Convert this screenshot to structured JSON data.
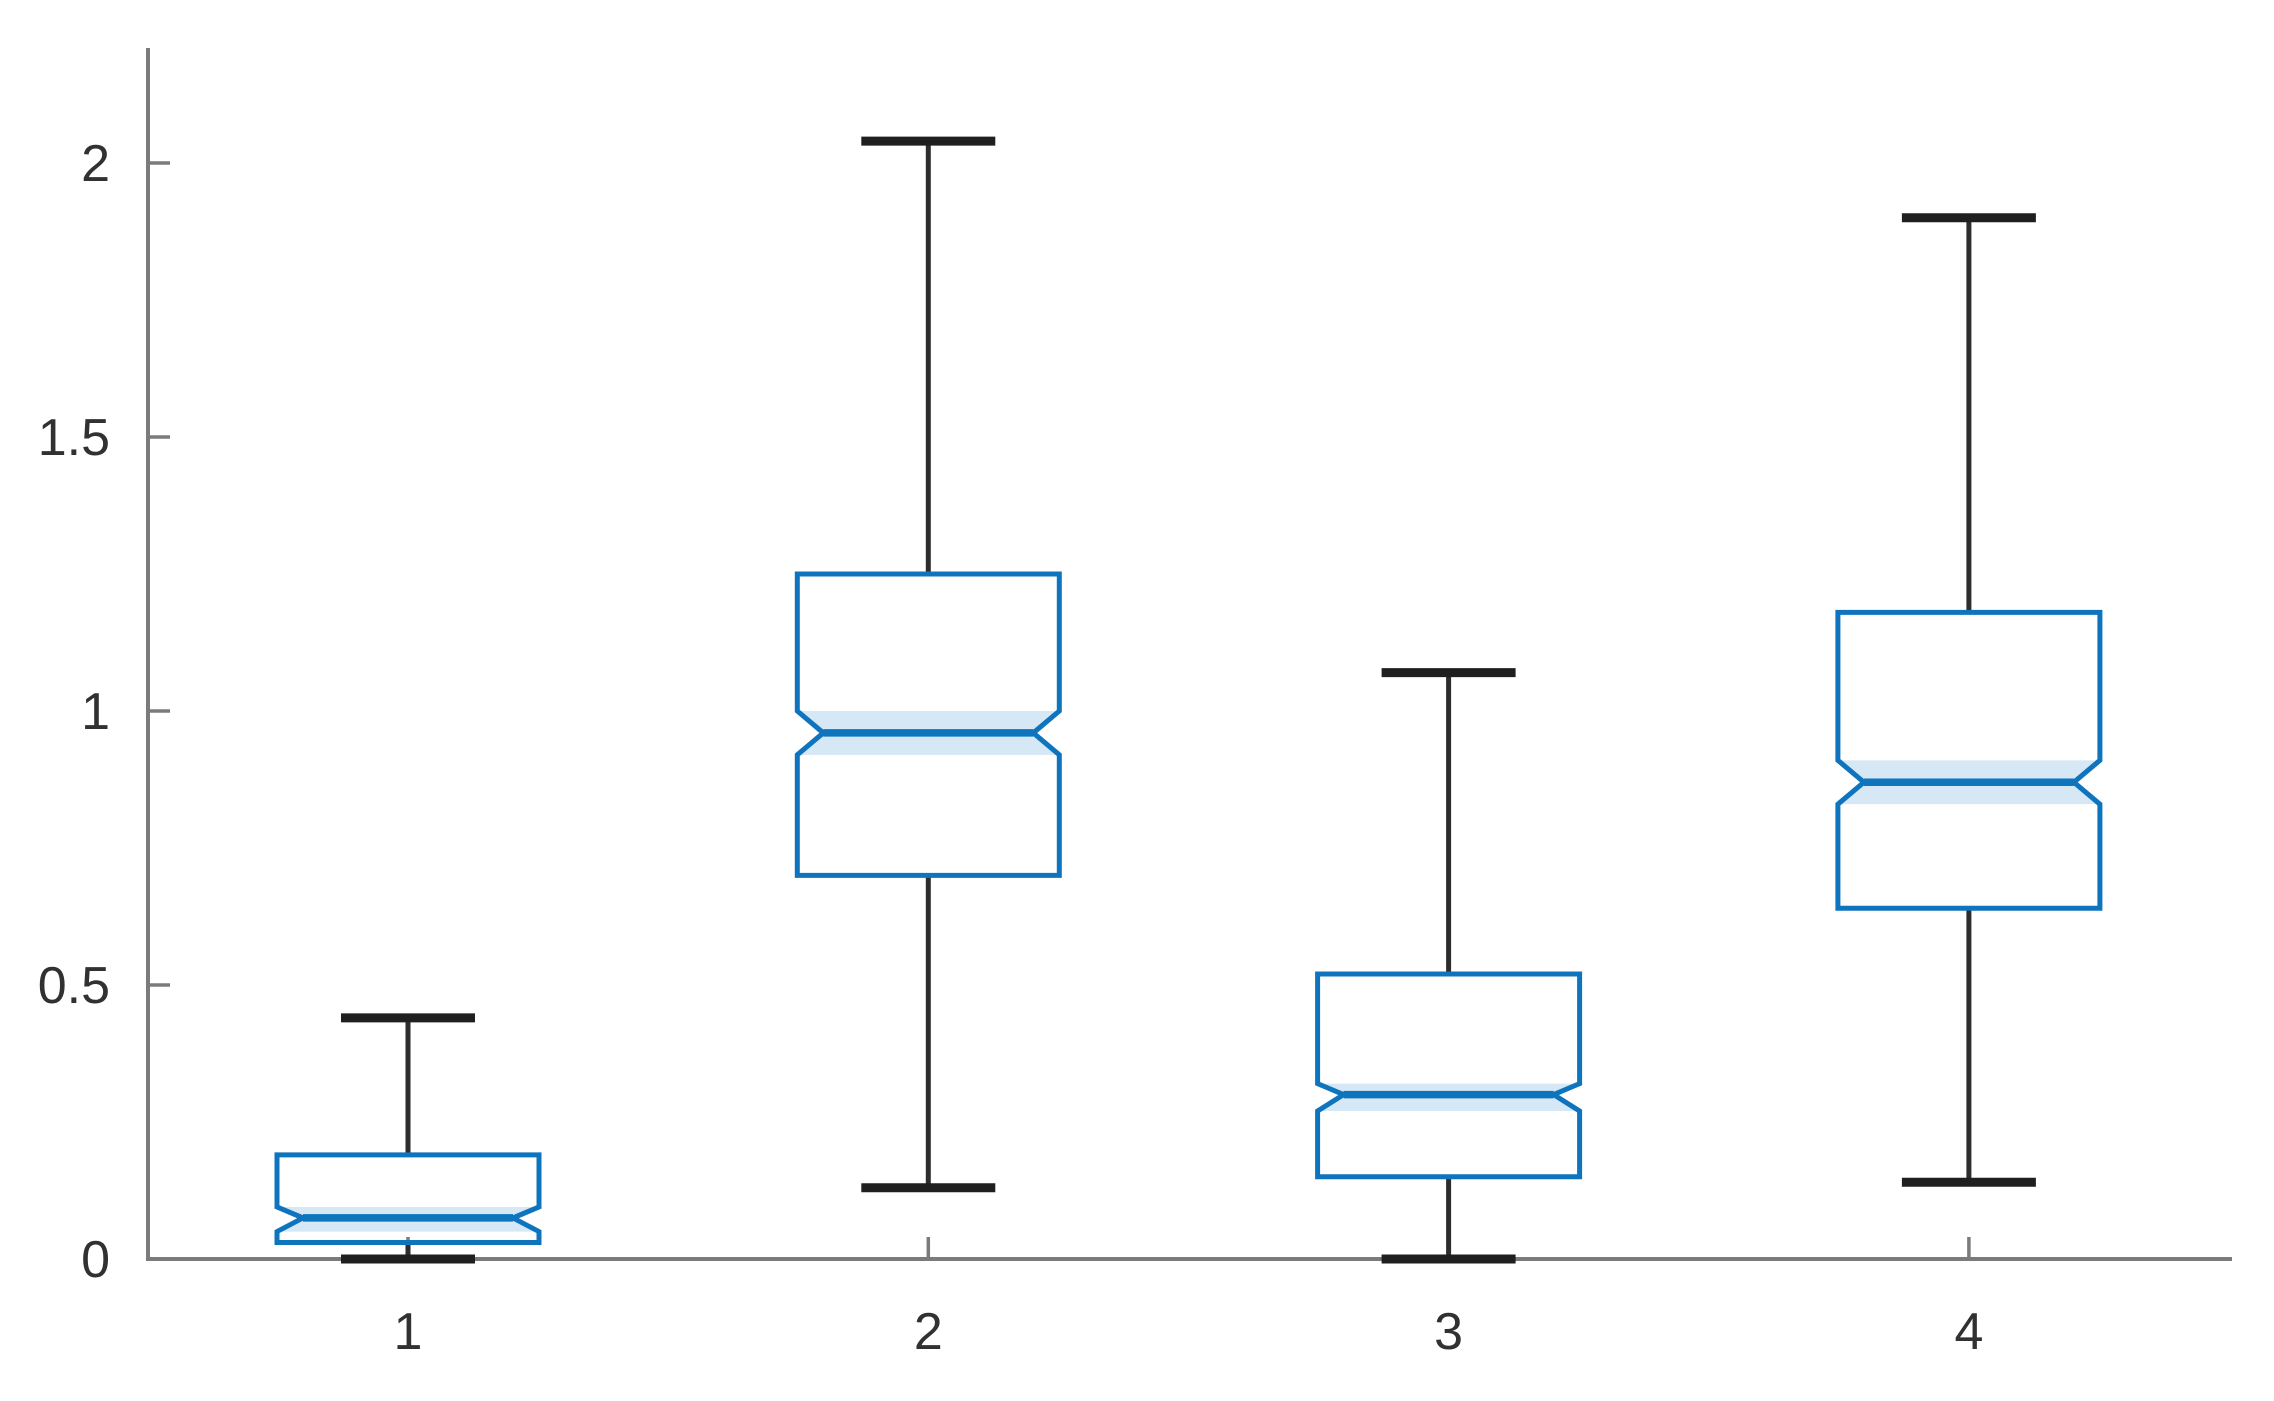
{
  "figure": {
    "background": "#ffffff"
  },
  "chart_data": {
    "type": "boxplot",
    "title": "",
    "xlabel": "",
    "ylabel": "",
    "notched": true,
    "grid": false,
    "legend": null,
    "categories": [
      "1",
      "2",
      "3",
      "4"
    ],
    "y_ticks": [
      0,
      0.5,
      1,
      1.5,
      2
    ],
    "y_tick_labels": [
      "0",
      "0.5",
      "1",
      "1.5",
      "2"
    ],
    "ylim": [
      0,
      2.22
    ],
    "series": [
      {
        "category": "1",
        "whisker_low": 0.0,
        "q1": 0.03,
        "median": 0.075,
        "q3": 0.19,
        "whisker_high": 0.44,
        "notch_low": 0.05,
        "notch_high": 0.095
      },
      {
        "category": "2",
        "whisker_low": 0.13,
        "q1": 0.7,
        "median": 0.96,
        "q3": 1.25,
        "whisker_high": 2.04,
        "notch_low": 0.92,
        "notch_high": 1.0
      },
      {
        "category": "3",
        "whisker_low": 0.0,
        "q1": 0.15,
        "median": 0.3,
        "q3": 0.52,
        "whisker_high": 1.07,
        "notch_low": 0.27,
        "notch_high": 0.32
      },
      {
        "category": "4",
        "whisker_low": 0.14,
        "q1": 0.64,
        "median": 0.87,
        "q3": 1.18,
        "whisker_high": 1.9,
        "notch_low": 0.83,
        "notch_high": 0.91
      }
    ],
    "colors": {
      "box_edge": "#0e74be",
      "median": "#0e74be",
      "notch_fill": "#d6e7f5",
      "whisker": "#2d2d2d",
      "cap": "#1f1f1f",
      "axis": "#7b7b7b",
      "tick_label": "#313131"
    }
  }
}
